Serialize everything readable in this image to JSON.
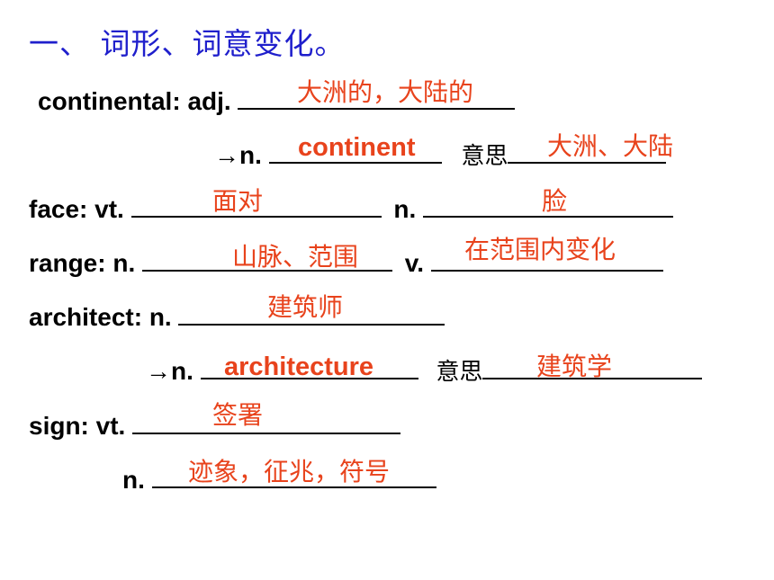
{
  "title": "一、 词形、词意变化。",
  "lines": {
    "continental": {
      "label": "continental: adj."
    },
    "continental_n": {
      "label": "→n.",
      "meaning_label": "意思"
    },
    "face": {
      "label": "face: vt.",
      "n_label": "n."
    },
    "range": {
      "label": "range: n.",
      "v_label": "v."
    },
    "architect": {
      "label": "architect: n."
    },
    "architect_n": {
      "label": "→n.",
      "meaning_label": "意思"
    },
    "sign": {
      "label": "sign: vt."
    },
    "sign_n": {
      "label": "n."
    }
  },
  "answers": {
    "continental_meaning": "大洲的，大陆的",
    "continent_word": "continent",
    "continent_meaning": "大洲、大陆",
    "face_vt": "面对",
    "face_n": "脸",
    "range_n": "山脉、范围",
    "range_v": "在范围内变化",
    "architect_n": "建筑师",
    "architecture_word": "architecture",
    "architecture_meaning": "建筑学",
    "sign_vt": "签署",
    "sign_n": "迹象，征兆，符号"
  },
  "colors": {
    "title": "#1f1fcc",
    "answer": "#e8431c",
    "text": "#000000"
  }
}
